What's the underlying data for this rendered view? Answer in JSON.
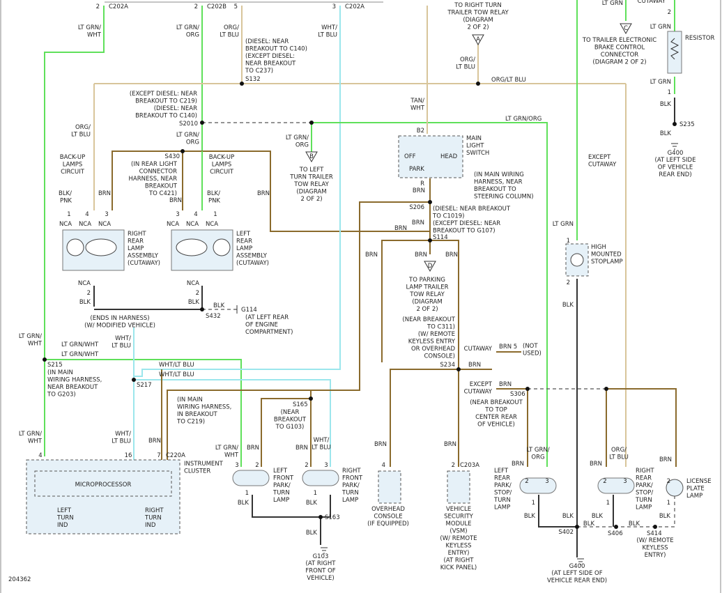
{
  "figure_id": "204362",
  "connectors": {
    "c202a_a": {
      "pin": "2",
      "name": "C202A"
    },
    "c202b": {
      "pin": "2",
      "name": "C202B"
    },
    "c202a_b": {
      "pin": "5",
      "name": ""
    },
    "c202a_c": {
      "pin": "3",
      "name": "C202A"
    },
    "c220a": "C220A",
    "c203a": "C203A"
  },
  "wires": {
    "ltgrn_wht": [
      "LT GRN/",
      "WHT"
    ],
    "ltgrn_org": [
      "LT GRN/",
      "ORG"
    ],
    "org_ltblu": [
      "ORG/",
      "LT BLU"
    ],
    "wht_ltblu": [
      "WHT/",
      "LT BLU"
    ],
    "org_ltblu_h": "ORG/LT BLU",
    "ltgrn_org_h": "LT GRN/ORG",
    "tan_wht": [
      "TAN/",
      "WHT"
    ],
    "brn": "BRN",
    "blk": "BLK",
    "ltgrn": "LT GRN",
    "blk_pnk": [
      "BLK/",
      "PNK"
    ],
    "ltgrn_wht_h": "LT GRN/WHT",
    "wht_ltblu_h": "WHT/LT BLU",
    "r": "R"
  },
  "notes": {
    "diesel_c140": [
      "(DIESEL: NEAR",
      "BREAKOUT TO C140)",
      "(EXCEPT DIESEL:",
      "NEAR BREAKOUT",
      "TO C237)"
    ],
    "except_diesel_c219": [
      "(EXCEPT DIESEL: NEAR",
      "BREAKOUT TO C219)",
      "(DIESEL: NEAR",
      "BREAKOUT TO C140)"
    ],
    "s430_note": [
      "(IN REAR LIGHT",
      "CONNECTOR",
      "HARNESS, NEAR",
      "BREAKOUT",
      "TO C421)"
    ],
    "main_wiring_steering": [
      "(IN MAIN WIRING",
      "HARNESS, NEAR",
      "BREAKOUT TO",
      "STEERING COLUMN)"
    ],
    "s114_note": [
      "(DIESEL: NEAR BREAKOUT",
      "TO C1019)",
      "(EXCEPT DIESEL: NEAR",
      "BREAKOUT TO G107)"
    ],
    "ends_in_harness": [
      "(ENDS IN HARNESS)",
      "(W/ MODIFIED VEHICLE)"
    ],
    "g114_loc": [
      "(AT LEFT REAR",
      "OF ENGINE",
      "COMPARTMENT)"
    ],
    "s215_note": [
      "(IN MAIN",
      "WIRING HARNESS,",
      "NEAR BREAKOUT",
      "TO G203)"
    ],
    "s217_note": [
      "(IN MAIN",
      "WIRING HARNESS,",
      "IN BREAKOUT",
      "TO C219)"
    ],
    "s165_note": [
      "(NEAR",
      "BREAKOUT",
      "TO G103)"
    ],
    "s234_note": [
      "(NEAR BREAKOUT",
      "TO C311)",
      "(W/ REMOTE",
      "KEYLESS ENTRY",
      "OR OVERHEAD",
      "CONSOLE)"
    ],
    "s306_note": [
      "(NEAR BREAKOUT",
      "TO TOP",
      "CENTER REAR",
      "OF VEHICLE)"
    ],
    "g103_loc": [
      "(AT RIGHT",
      "FRONT OF",
      "VEHICLE)"
    ],
    "g400_rear": [
      "(AT LEFT SIDE OF",
      "VEHICLE REAR END)"
    ],
    "g400_top": [
      "(AT LEFT SIDE",
      "OF VEHICLE",
      "REAR END)"
    ],
    "rke_s414": [
      "(W/ REMOTE",
      "KEYLESS",
      "ENTRY)"
    ],
    "except_cutaway": [
      "EXCEPT",
      "CUTAWAY"
    ],
    "cutaway": "CUTAWAY",
    "not_used": [
      "(NOT",
      "USED)"
    ]
  },
  "destinations": {
    "tow_relay_a": [
      "TO RIGHT TURN",
      "TRAILER TOW RELAY",
      "(DIAGRAM",
      "2 OF 2)"
    ],
    "brake_control_c": [
      "TO TRAILER ELECTRONIC",
      "BRAKE CONTROL",
      "CONNECTOR",
      "(DIAGRAM 2 OF 2)"
    ],
    "tow_relay_b": [
      "TO LEFT",
      "TURN TRAILER",
      "TOW RELAY",
      "(DIAGRAM",
      "2 OF 2)"
    ],
    "parking_relay_d": [
      "TO PARKING",
      "LAMP TRAILER",
      "TOW RELAY",
      "(DIAGRAM",
      "2 OF 2)"
    ],
    "markers": {
      "a": "A",
      "b": "B",
      "c": "C",
      "d": "D"
    }
  },
  "splices": {
    "s132": "S132",
    "s2010": "S2010",
    "s430": "S430",
    "s206": "S206",
    "s114": "S114",
    "s432": "S432",
    "s215": "S215",
    "s217": "S217",
    "s165": "S165",
    "s234": "S234",
    "s306": "S306",
    "s163": "S163",
    "s402": "S402",
    "s406": "S406",
    "s414": "S414",
    "s235": "S235"
  },
  "grounds": {
    "g114": "G114",
    "g103": "G103",
    "g400": "G400"
  },
  "components": {
    "main_light_switch": {
      "label": [
        "MAIN",
        "LIGHT",
        "SWITCH"
      ],
      "off": "OFF",
      "head": "HEAD",
      "park": "PARK",
      "pin": "B2"
    },
    "backup_right": [
      "BACK-UP",
      "LAMPS",
      "CIRCUIT"
    ],
    "backup_left": [
      "BACK-UP",
      "LAMPS",
      "CIRCUIT"
    ],
    "right_rear_assembly": [
      "RIGHT",
      "REAR",
      "LAMP",
      "ASSEMBLY",
      "(CUTAWAY)"
    ],
    "left_rear_assembly": [
      "LEFT",
      "REAR",
      "LAMP",
      "ASSEMBLY",
      "(CUTAWAY)"
    ],
    "resistor": "RESISTOR",
    "high_mounted_stoplamp": [
      "HIGH",
      "MOUNTED",
      "STOPLAMP"
    ],
    "instrument_cluster": [
      "INSTRUMENT",
      "CLUSTER"
    ],
    "microprocessor": "MICROPROCESSOR",
    "left_turn_ind": [
      "LEFT",
      "TURN",
      "IND"
    ],
    "right_turn_ind": [
      "RIGHT",
      "TURN",
      "IND"
    ],
    "left_front_lamp": [
      "LEFT",
      "FRONT",
      "PARK/",
      "TURN",
      "LAMP"
    ],
    "right_front_lamp": [
      "RIGHT",
      "FRONT",
      "PARK/",
      "TURN",
      "LAMP"
    ],
    "overhead_console": [
      "OVERHEAD",
      "CONSOLE",
      "(IF EQUIPPED)"
    ],
    "vsm": [
      "VEHICLE",
      "SECURITY",
      "MODULE",
      "(VSM)",
      "(W/ REMOTE",
      "KEYLESS",
      "ENTRY)",
      "(AT RIGHT",
      "KICK PANEL)"
    ],
    "left_rear_lamp": [
      "LEFT",
      "REAR",
      "PARK/",
      "STOP/",
      "TURN",
      "LAMP"
    ],
    "right_rear_lamp": [
      "RIGHT",
      "REAR",
      "PARK/",
      "STOP/",
      "TURN",
      "LAMP"
    ],
    "license_lamp": [
      "LICENSE",
      "PLATE",
      "LAMP"
    ],
    "nca": "NCA"
  },
  "pins": {
    "p1": "1",
    "p2": "2",
    "p3": "3",
    "p4": "4",
    "p5": "5",
    "p16": "16",
    "p7": "7",
    "brn5": "BRN 5"
  }
}
